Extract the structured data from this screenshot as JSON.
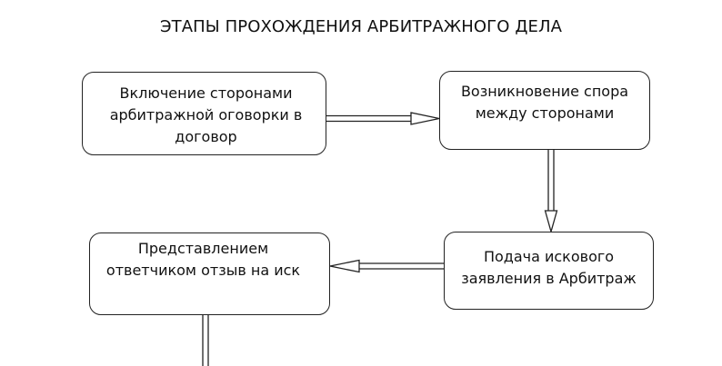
{
  "diagram": {
    "title": "ЭТАПЫ ПРОХОЖДЕНИЯ АРБИТРАЖНОГО ДЕЛА",
    "boxes": [
      {
        "label": "Включение сторонами\nарбитражной оговорки в\nдоговор"
      },
      {
        "label": "Возникновение спора\nмежду сторонами"
      },
      {
        "label": "Подача искового\nзаявления в Арбитраж"
      },
      {
        "label": "Представлением\nответчиком отзыв на иск"
      }
    ],
    "edges": [
      {
        "from": 0,
        "to": 1
      },
      {
        "from": 1,
        "to": 2
      },
      {
        "from": 2,
        "to": 3
      }
    ]
  }
}
